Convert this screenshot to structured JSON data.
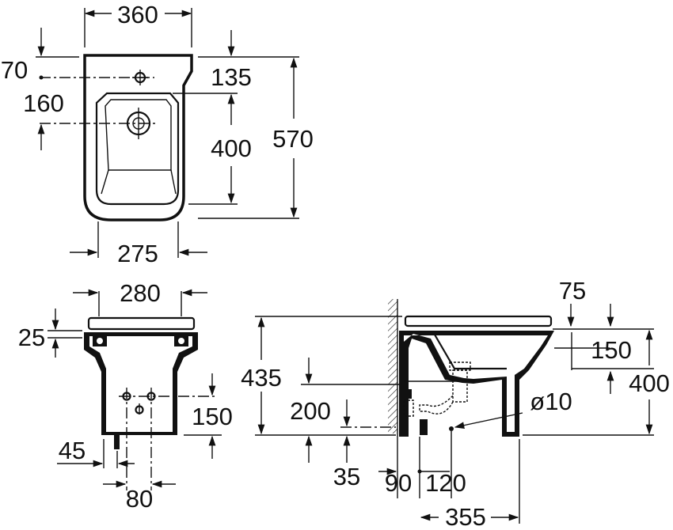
{
  "dimensions": {
    "top_width": "360",
    "top_offset_a": "70",
    "top_offset_b": "160",
    "top_135": "135",
    "top_400": "400",
    "top_570": "570",
    "top_bottom_width": "275",
    "front_280": "280",
    "front_25": "25",
    "front_150": "150",
    "front_45": "45",
    "front_80": "80",
    "side_75": "75",
    "side_150": "150",
    "side_400": "400",
    "side_435": "435",
    "side_200": "200",
    "side_diameter": "ø10",
    "side_35": "35",
    "side_90": "90",
    "side_120": "120",
    "side_355": "355"
  }
}
